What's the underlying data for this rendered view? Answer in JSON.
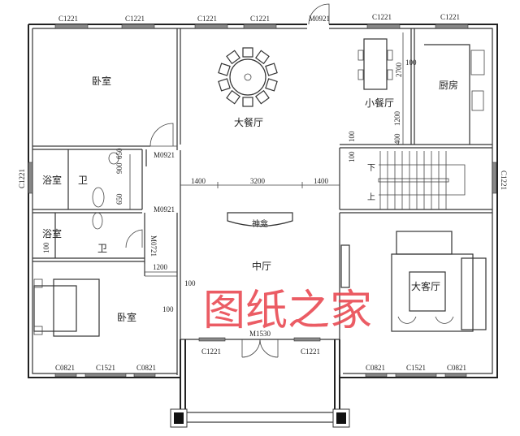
{
  "rooms": {
    "bedroom_top": "卧室",
    "dining_big": "大餐厅",
    "dining_small": "小餐厅",
    "kitchen": "厨房",
    "bath1": "浴室",
    "toilet1": "卫",
    "bath2": "浴室",
    "toilet2": "卫",
    "shrine": "神龛",
    "middle_hall": "中厅",
    "living_room": "大客厅",
    "bedroom_bottom": "卧室",
    "stair_down": "下",
    "stair_up": "上"
  },
  "windows": {
    "top1": "C1221",
    "top2": "C1221",
    "top3": "C1221",
    "top4": "C1221",
    "top5": "C1221",
    "top6": "C1221",
    "left": "C1221",
    "right": "C1221",
    "porch_left": "C1221",
    "porch_right": "C1221",
    "bl1": "C0821",
    "bl2": "C1521",
    "bl3": "C0821",
    "br1": "C0821",
    "br2": "C1521",
    "br3": "C0821"
  },
  "doors": {
    "top": "M0921",
    "bedroom": "M0921",
    "bath": "M0921",
    "bath2": "M0721",
    "main": "M1530"
  },
  "dimensions": {
    "d1400a": "1400",
    "d3200": "3200",
    "d1400b": "1400",
    "d900": "900",
    "d650": "650",
    "d650b": "650",
    "d100_bath": "100",
    "d1200": "1200",
    "d100l": "100",
    "d100r": "100",
    "d2700": "2700",
    "d100k": "100",
    "d1200k": "1200",
    "d400": "400",
    "d100s1": "100",
    "d100s2": "100"
  },
  "watermark": "图纸之家",
  "colors": {
    "wall": "#333333",
    "watermark": "#e8404a",
    "window": "#888888"
  }
}
